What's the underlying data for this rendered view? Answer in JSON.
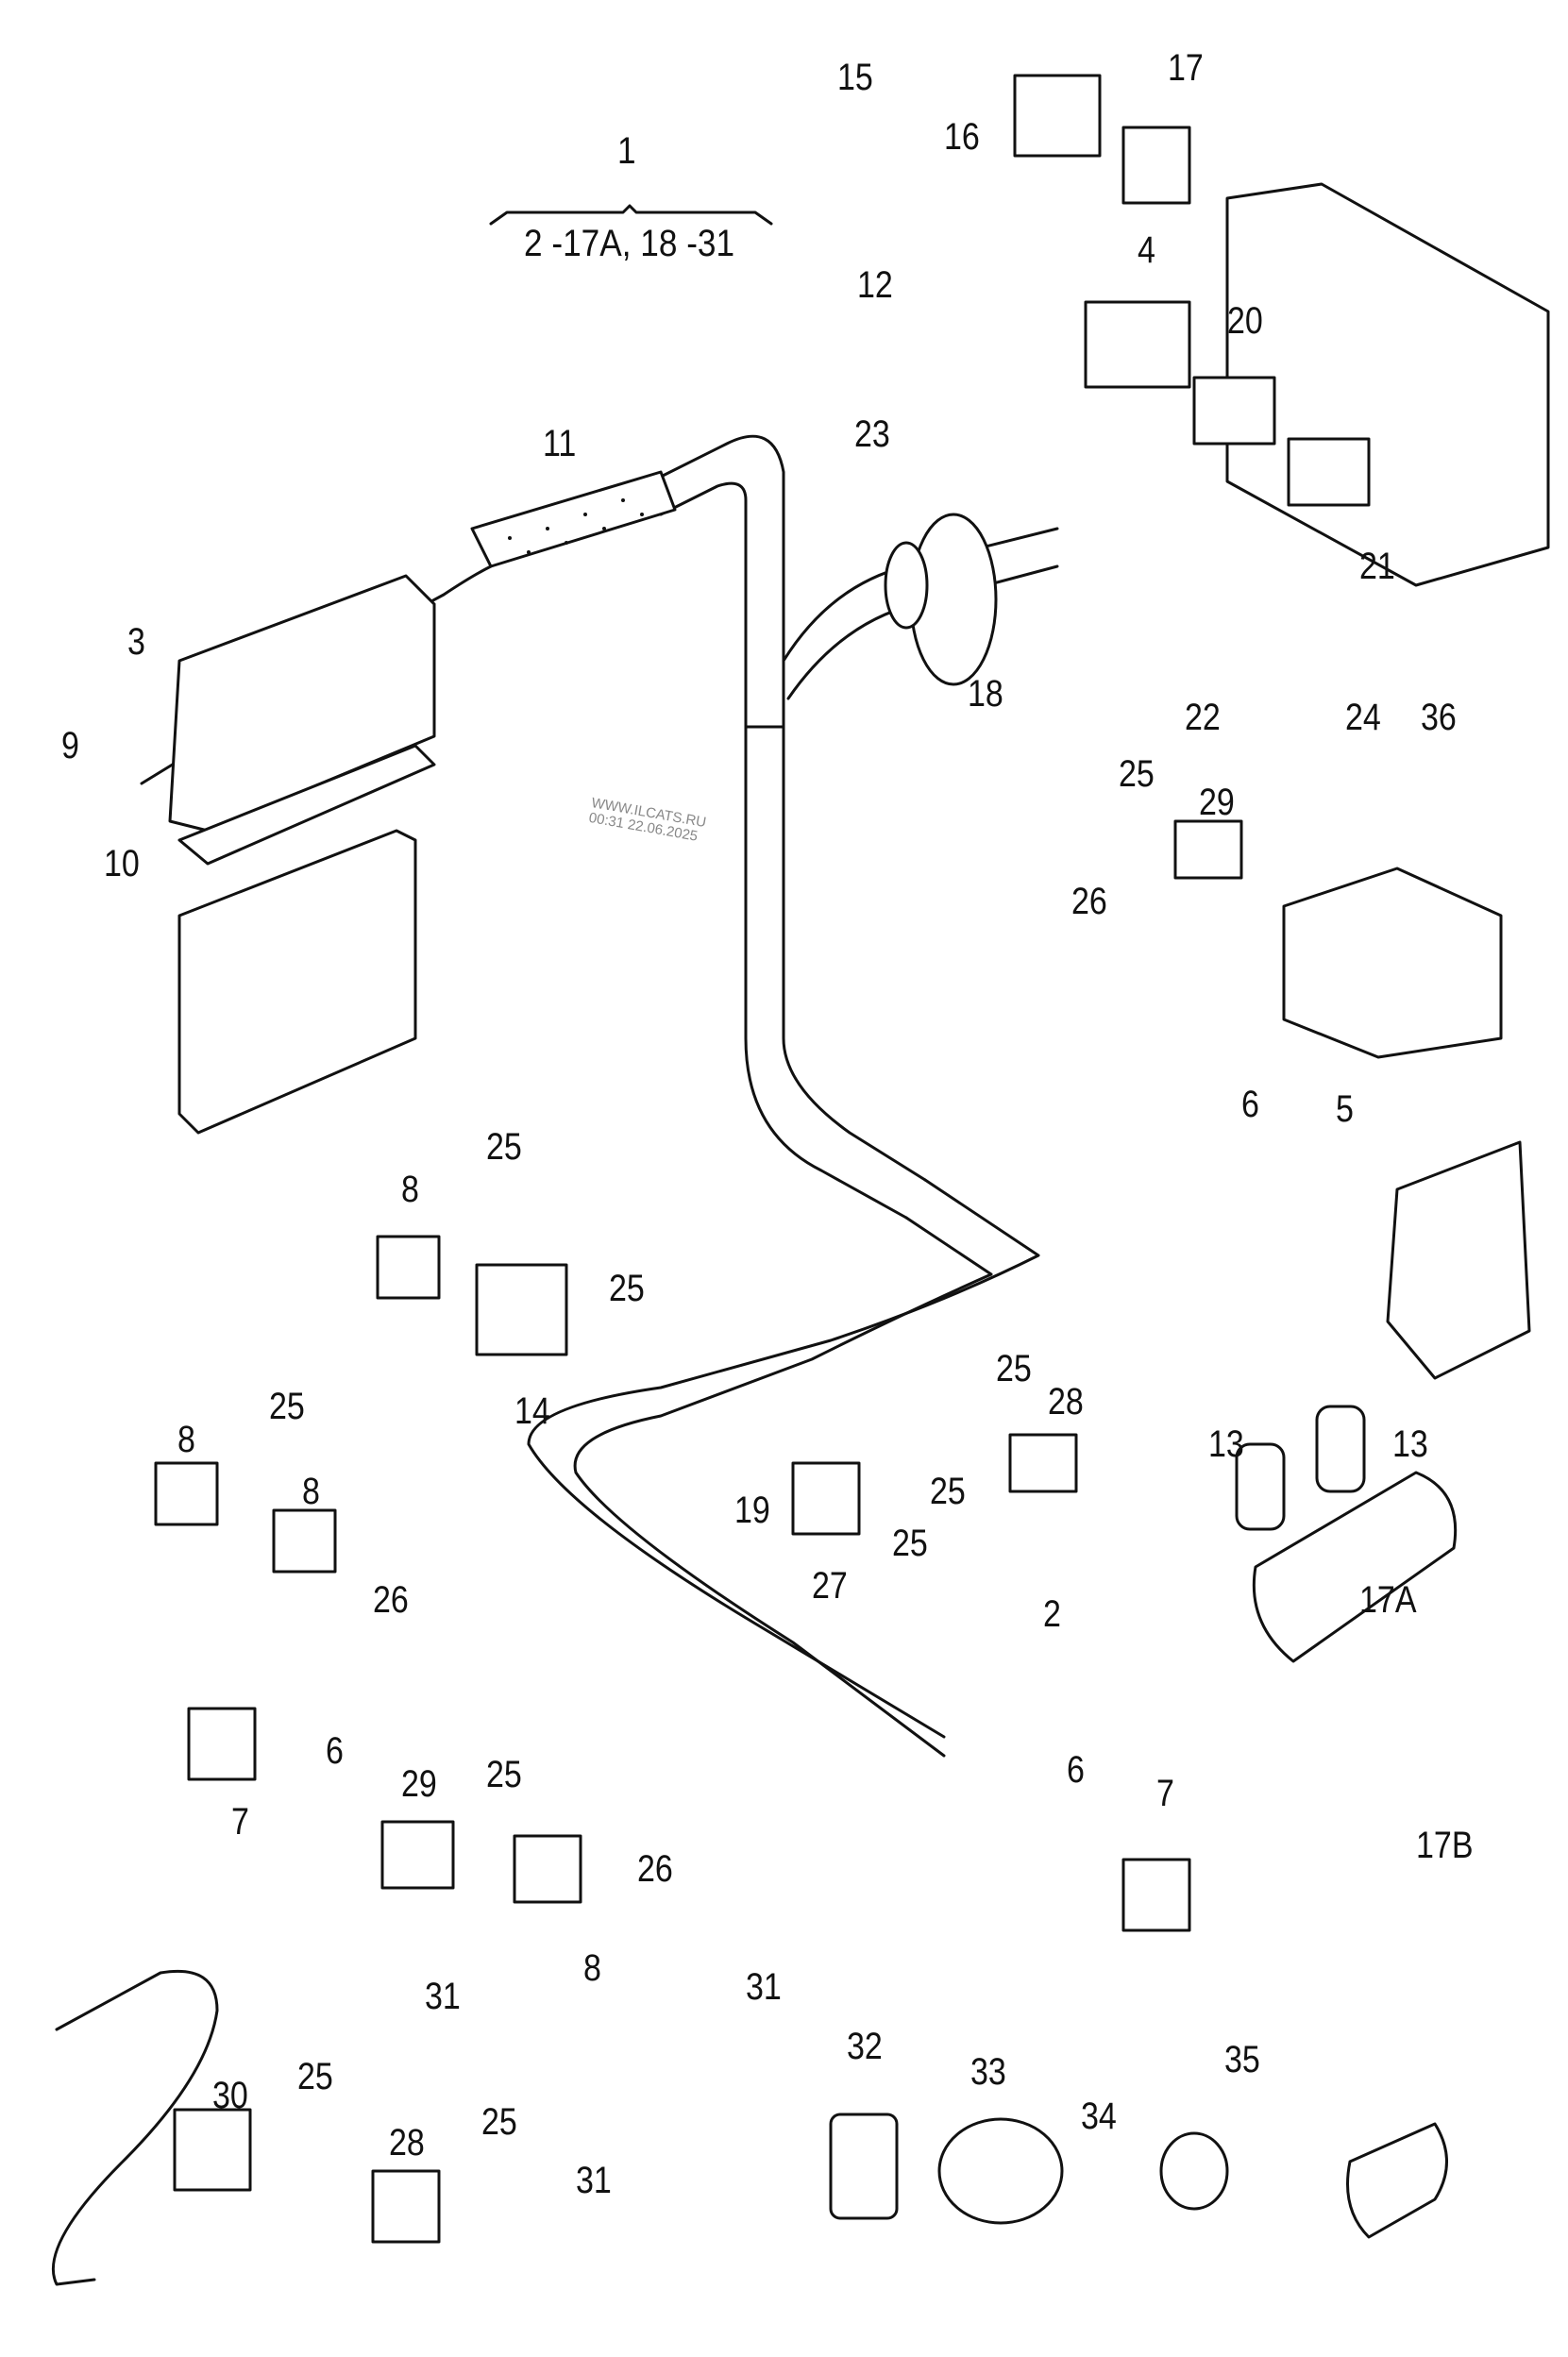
{
  "diagram": {
    "type": "exploded parts diagram - engine wiring harness",
    "group_callout": {
      "number": "1",
      "range_text": "2 -17A, 18 -31"
    },
    "watermark": {
      "line1": "WWW.ILCATS.RU",
      "line2": "00:31 22.06.2025"
    },
    "callouts": [
      {
        "id": "c15",
        "text": "15"
      },
      {
        "id": "c16",
        "text": "16"
      },
      {
        "id": "c17",
        "text": "17"
      },
      {
        "id": "c12",
        "text": "12"
      },
      {
        "id": "c23",
        "text": "23"
      },
      {
        "id": "c4",
        "text": "4"
      },
      {
        "id": "c20",
        "text": "20"
      },
      {
        "id": "c21",
        "text": "21"
      },
      {
        "id": "c11",
        "text": "11"
      },
      {
        "id": "c3",
        "text": "3"
      },
      {
        "id": "c9",
        "text": "9"
      },
      {
        "id": "c10",
        "text": "10"
      },
      {
        "id": "c18",
        "text": "18"
      },
      {
        "id": "c22",
        "text": "22"
      },
      {
        "id": "c24",
        "text": "24"
      },
      {
        "id": "c36",
        "text": "36"
      },
      {
        "id": "c25a",
        "text": "25"
      },
      {
        "id": "c29a",
        "text": "29"
      },
      {
        "id": "c26a",
        "text": "26"
      },
      {
        "id": "c6a",
        "text": "6"
      },
      {
        "id": "c5",
        "text": "5"
      },
      {
        "id": "c8a",
        "text": "8"
      },
      {
        "id": "c25b",
        "text": "25"
      },
      {
        "id": "c25c",
        "text": "25"
      },
      {
        "id": "c14",
        "text": "14"
      },
      {
        "id": "c25d",
        "text": "25"
      },
      {
        "id": "c8b",
        "text": "8"
      },
      {
        "id": "c8c",
        "text": "8"
      },
      {
        "id": "c26b",
        "text": "26"
      },
      {
        "id": "c25e",
        "text": "25"
      },
      {
        "id": "c28a",
        "text": "28"
      },
      {
        "id": "c19",
        "text": "19"
      },
      {
        "id": "c25f",
        "text": "25"
      },
      {
        "id": "c25g",
        "text": "25"
      },
      {
        "id": "c27",
        "text": "27"
      },
      {
        "id": "c13a",
        "text": "13"
      },
      {
        "id": "c13b",
        "text": "13"
      },
      {
        "id": "c2",
        "text": "2"
      },
      {
        "id": "c17A",
        "text": "17A"
      },
      {
        "id": "c6b",
        "text": "6"
      },
      {
        "id": "c7a",
        "text": "7"
      },
      {
        "id": "c6c",
        "text": "6"
      },
      {
        "id": "c7b",
        "text": "7"
      },
      {
        "id": "c17B",
        "text": "17B"
      },
      {
        "id": "c29b",
        "text": "29"
      },
      {
        "id": "c25h",
        "text": "25"
      },
      {
        "id": "c26c",
        "text": "26"
      },
      {
        "id": "c8d",
        "text": "8"
      },
      {
        "id": "c31a",
        "text": "31"
      },
      {
        "id": "c31b",
        "text": "31"
      },
      {
        "id": "c31c",
        "text": "31"
      },
      {
        "id": "c30",
        "text": "30"
      },
      {
        "id": "c25i",
        "text": "25"
      },
      {
        "id": "c28b",
        "text": "28"
      },
      {
        "id": "c25j",
        "text": "25"
      },
      {
        "id": "c32",
        "text": "32"
      },
      {
        "id": "c33",
        "text": "33"
      },
      {
        "id": "c34",
        "text": "34"
      },
      {
        "id": "c35",
        "text": "35"
      }
    ]
  }
}
